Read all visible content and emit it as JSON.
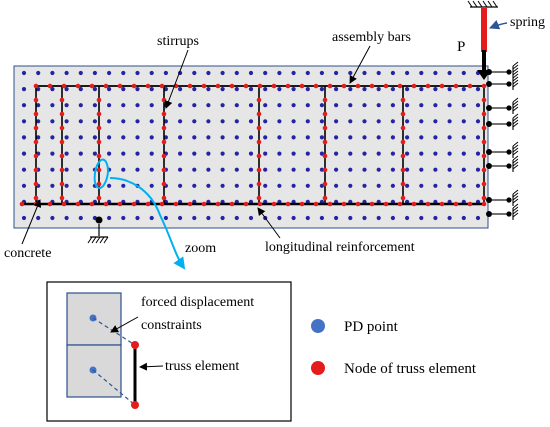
{
  "labels": {
    "stirrups": "stirrups",
    "assembly_bars": "assembly bars",
    "spring": "spring",
    "load": "P",
    "concrete": "concrete",
    "zoom": "zoom",
    "longitudinal": "longitudinal reinforcement",
    "forced_line1": "forced displacement",
    "forced_line2": "constraints",
    "truss_element": "truss element"
  },
  "legend": {
    "pd_point": "PD point",
    "truss_node": "Node of truss element"
  },
  "colors": {
    "pd_point": "#2323a6",
    "pd_point_legend": "#4472c4",
    "truss_node": "#e51c1c",
    "concrete_fill": "#e6e6e6",
    "zoom_arrow": "#00b0f0",
    "zoom_cell_border": "#2f4f8f",
    "spring": "#e51c1c",
    "rebar": "#000000"
  }
}
